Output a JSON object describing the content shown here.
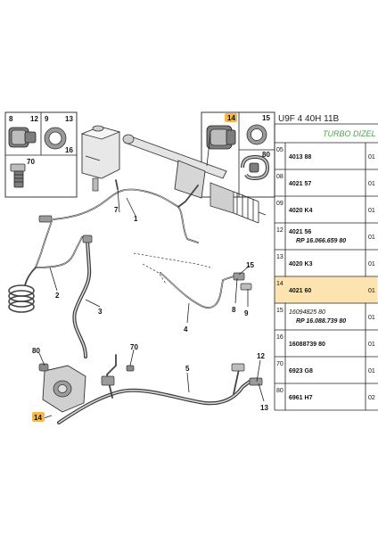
{
  "header": {
    "model_code": "U9F 4 40H 11B",
    "engine_label": "TURBO DIZEL"
  },
  "detail_box_left": {
    "labels": [
      "8",
      "12",
      "9",
      "13",
      "16",
      "70"
    ]
  },
  "detail_box_right": {
    "labels": [
      "14",
      "15",
      "80"
    ]
  },
  "callouts": [
    "1",
    "2",
    "3",
    "4",
    "5",
    "7",
    "8",
    "9",
    "12",
    "13",
    "14",
    "15",
    "70",
    "80"
  ],
  "parts_table": {
    "rows": [
      {
        "pos": "05",
        "ref": "4013 88",
        "qty": "01",
        "note": "",
        "highlight": false
      },
      {
        "pos": "08",
        "ref": "4021 57",
        "qty": "01",
        "note": "",
        "highlight": false
      },
      {
        "pos": "09",
        "ref": "4020 K4",
        "qty": "01",
        "note": "",
        "highlight": false
      },
      {
        "pos": "12",
        "ref": "4021 56",
        "qty": "01",
        "note": "RP 16.066.659 80",
        "highlight": false
      },
      {
        "pos": "13",
        "ref": "4020 K3",
        "qty": "01",
        "note": "",
        "highlight": false
      },
      {
        "pos": "14",
        "ref": "4021 60",
        "qty": "01",
        "note": "",
        "highlight": true
      },
      {
        "pos": "15",
        "ref": "16094825 80",
        "qty": "01",
        "note": "RP 16.088.739 80",
        "highlight": false
      },
      {
        "pos": "16",
        "ref": "16088739 80",
        "qty": "01",
        "note": "",
        "highlight": false
      },
      {
        "pos": "70",
        "ref": "6923 G8",
        "qty": "01",
        "note": "",
        "highlight": false
      },
      {
        "pos": "80",
        "ref": "6961 H7",
        "qty": "02",
        "note": "",
        "highlight": false
      }
    ]
  },
  "colors": {
    "highlight": "#fde3b0",
    "highlight_badge": "#f7b84a",
    "engine_label": "#4aa84a"
  }
}
